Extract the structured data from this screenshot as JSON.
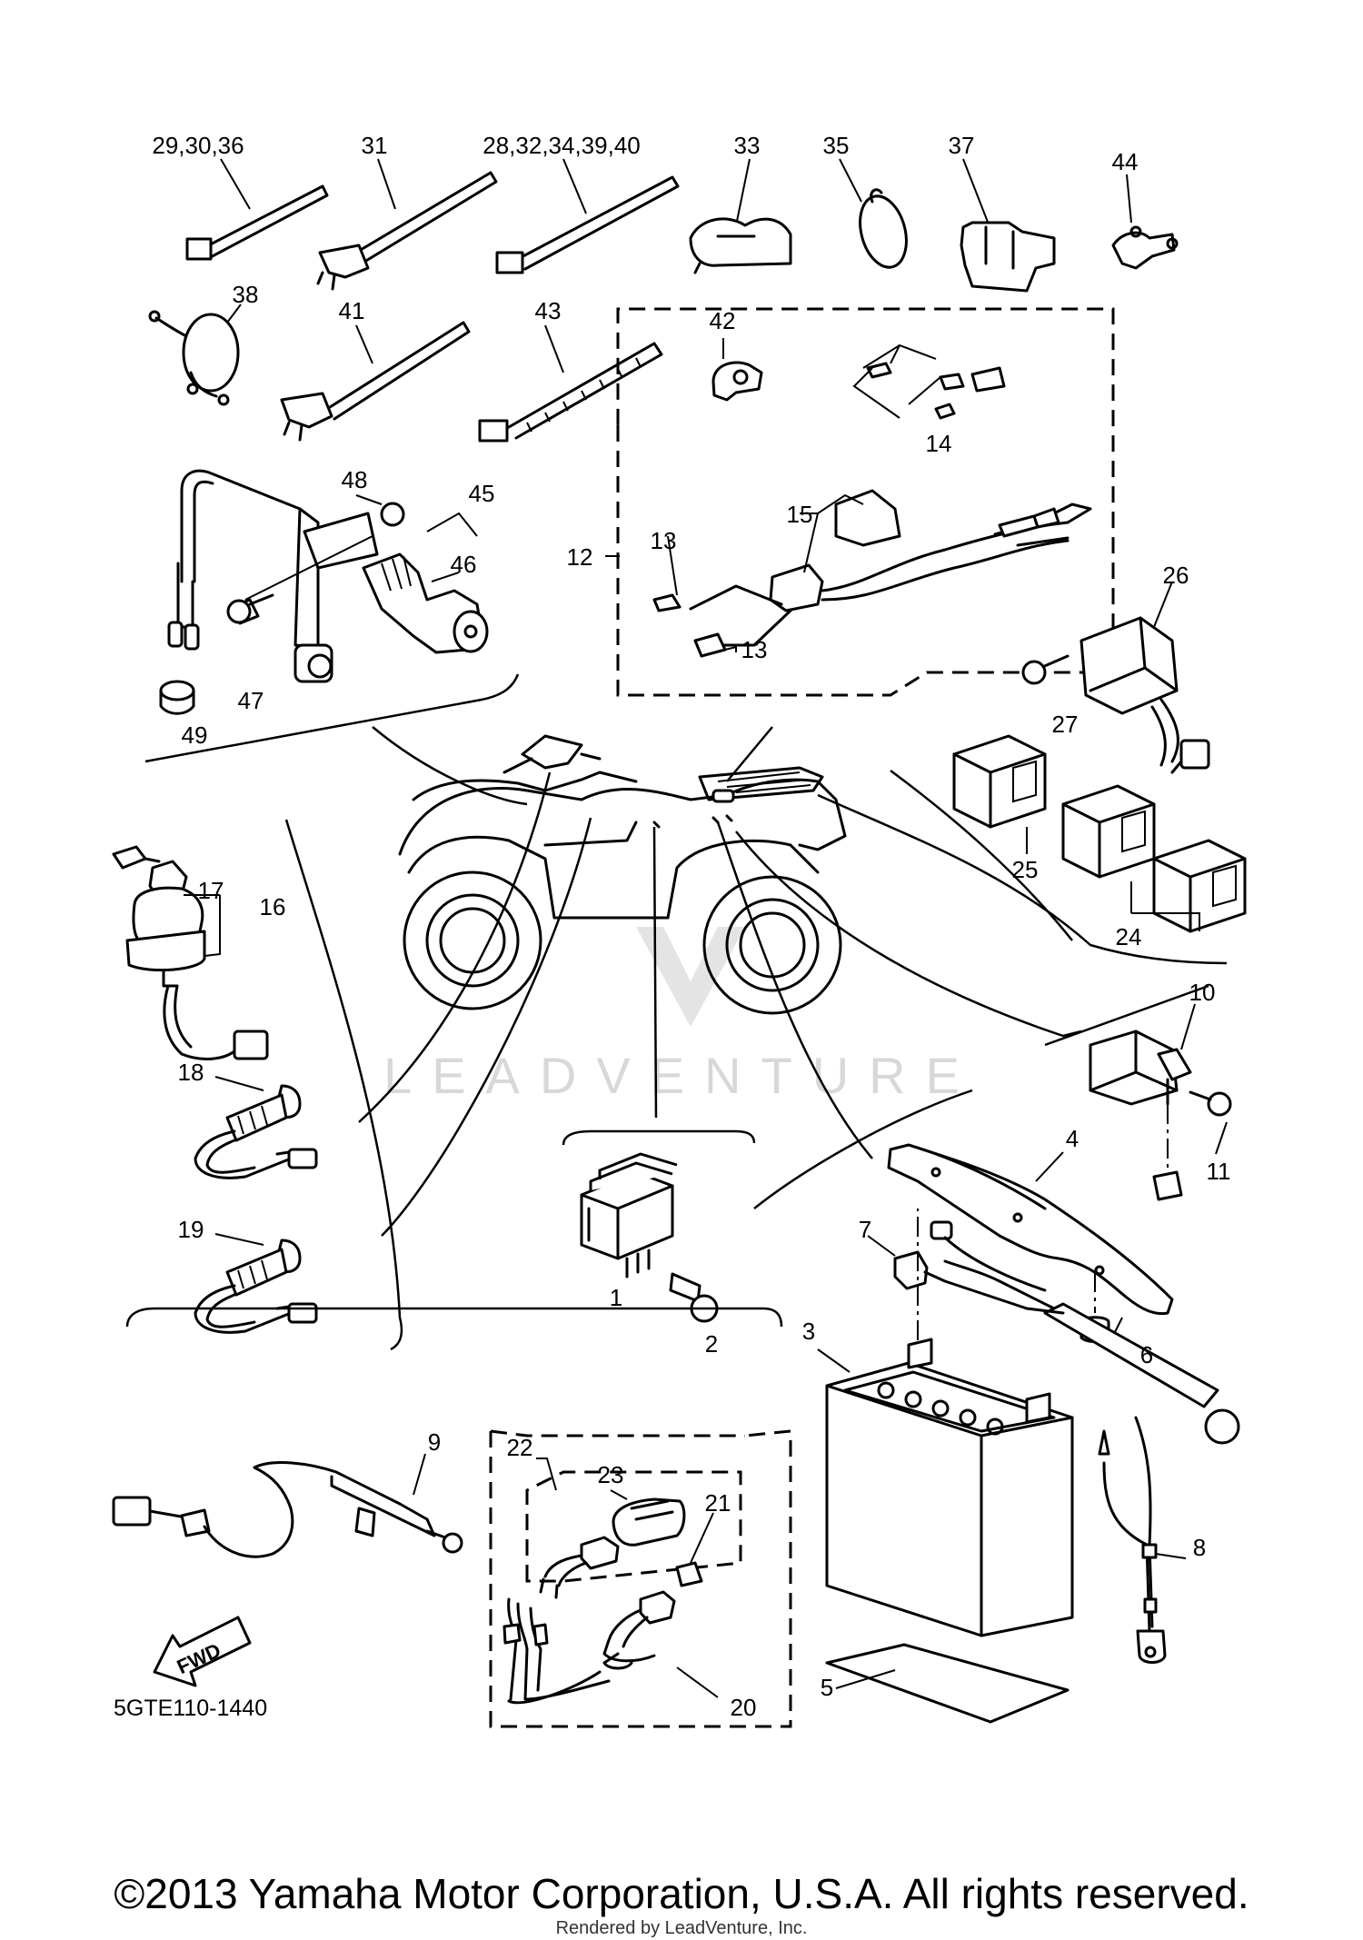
{
  "diagram": {
    "watermark": "LEADVENTURE",
    "diagram_code": "5GTE110-1440",
    "fwd_label": "FWD",
    "copyright": "©2013 Yamaha Motor Corporation, U.S.A. All rights reserved.",
    "rendered_by": "Rendered by LeadVenture, Inc.",
    "labels": {
      "l_29_30_36": "29,30,36",
      "l_31": "31",
      "l_28_32_34_39_40": "28,32,34,39,40",
      "l_33": "33",
      "l_35": "35",
      "l_37": "37",
      "l_44": "44",
      "l_38": "38",
      "l_41": "41",
      "l_43": "43",
      "l_42": "42",
      "l_48": "48",
      "l_45": "45",
      "l_46": "46",
      "l_47": "47",
      "l_49": "49",
      "l_12": "12",
      "l_13a": "13",
      "l_13b": "13",
      "l_14": "14",
      "l_15": "15",
      "l_26": "26",
      "l_27": "27",
      "l_25": "25",
      "l_24": "24",
      "l_17": "17",
      "l_16": "16",
      "l_18": "18",
      "l_19": "19",
      "l_10": "10",
      "l_11": "11",
      "l_4": "4",
      "l_7": "7",
      "l_6": "6",
      "l_3": "3",
      "l_1": "1",
      "l_2": "2",
      "l_9": "9",
      "l_22": "22",
      "l_23": "23",
      "l_21": "21",
      "l_20": "20",
      "l_8": "8",
      "l_5": "5"
    }
  }
}
